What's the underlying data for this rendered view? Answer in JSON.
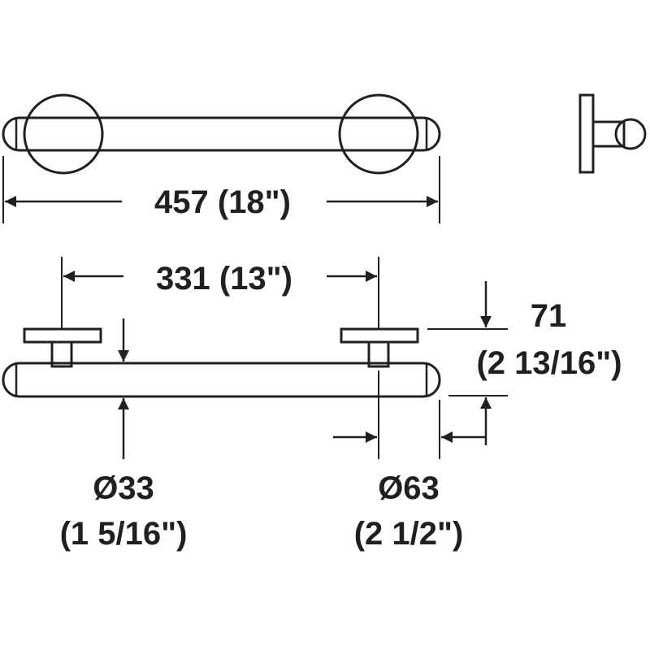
{
  "diagram": {
    "colors": {
      "ink": "#231f20",
      "background": "#ffffff"
    },
    "dimensions": {
      "overall_length": "457 (18\")",
      "post_spacing": "331 (13\")",
      "projection_mm": "71",
      "projection_in": "(2 13/16\")",
      "bar_diameter_mm": "Ø33",
      "bar_diameter_in": "(1 5/16\")",
      "flange_diameter_mm": "Ø63",
      "flange_diameter_in": "(2 1/2\")"
    }
  }
}
